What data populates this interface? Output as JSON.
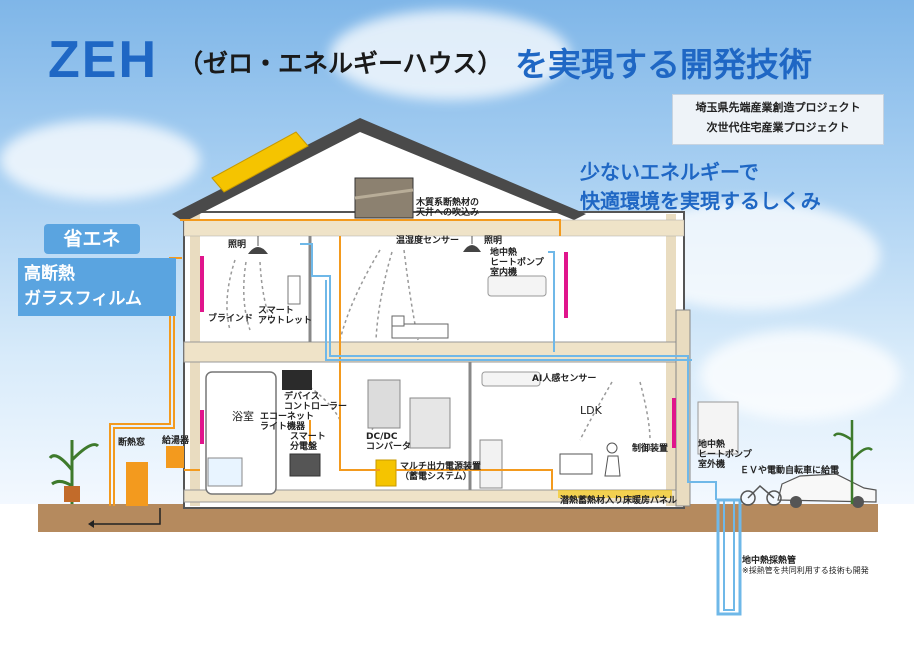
{
  "title": {
    "zeh": "ZEH",
    "sub": "（ゼロ・エネルギーハウス）",
    "main": "を実現する開発技術"
  },
  "org": {
    "line1": "埼玉県先端産業創造プロジェクト",
    "line2": "次世代住宅産業プロジェクト"
  },
  "tagline": {
    "line1": "少ないエネルギーで",
    "line2": "快適環境を実現するしくみ"
  },
  "badge": {
    "eco": "省エネ",
    "glass_line1": "高断熱",
    "glass_line2": "ガラスフィルム"
  },
  "labels": {
    "light1": "照明",
    "light2": "照明",
    "blind": "ブラインド",
    "smart_outlet_1": "スマート",
    "smart_outlet_2": "アウトレット",
    "insulation_1": "木質系断熱材の",
    "insulation_2": "天井への吹込み",
    "temp_sensor": "温湿度センサー",
    "hp_indoor_1": "地中熱",
    "hp_indoor_2": "ヒートポンプ",
    "hp_indoor_3": "室内機",
    "device_ctrl_1": "デバイス",
    "device_ctrl_2": "コントローラー",
    "econet_1": "エコーネット",
    "econet_2": "ライト機器",
    "smart_board_1": "スマート",
    "smart_board_2": "分電盤",
    "bath": "浴室",
    "dcdc_1": "DC/DC",
    "dcdc_2": "コンバータ",
    "multi_1": "マルチ出力電源装置",
    "multi_2": "（蓄電システム）",
    "ai_sensor": "AI人感センサー",
    "ldk": "LDK",
    "controller": "制御装置",
    "hp_outdoor_1": "地中熱",
    "hp_outdoor_2": "ヒートポンプ",
    "hp_outdoor_3": "室外機",
    "ev": "ＥＶや電動自転車に給電",
    "floor_panel": "潜熱蓄熱材入り床暖房パネル",
    "insulated_window": "断熱窓",
    "water_heater": "給湯器",
    "ground_pipe_1": "地中熱採熱管",
    "ground_pipe_2": "※採熱管を共同利用する技術も開発"
  },
  "colors": {
    "accent_blue": "#1f67c4",
    "badge_blue": "#5aa4e0",
    "roof": "#4a4a4a",
    "pipe_orange": "#f39a1e",
    "pipe_blue": "#6fb8e8",
    "solar": "#f5c400",
    "magenta": "#e0158c",
    "soil": "#b58a5e"
  },
  "icons": [
    "solar-panel-icon",
    "pendant-light-icon",
    "plant-icon",
    "car-icon",
    "bicycle-icon",
    "tv-icon",
    "fridge-icon",
    "person-icon"
  ]
}
